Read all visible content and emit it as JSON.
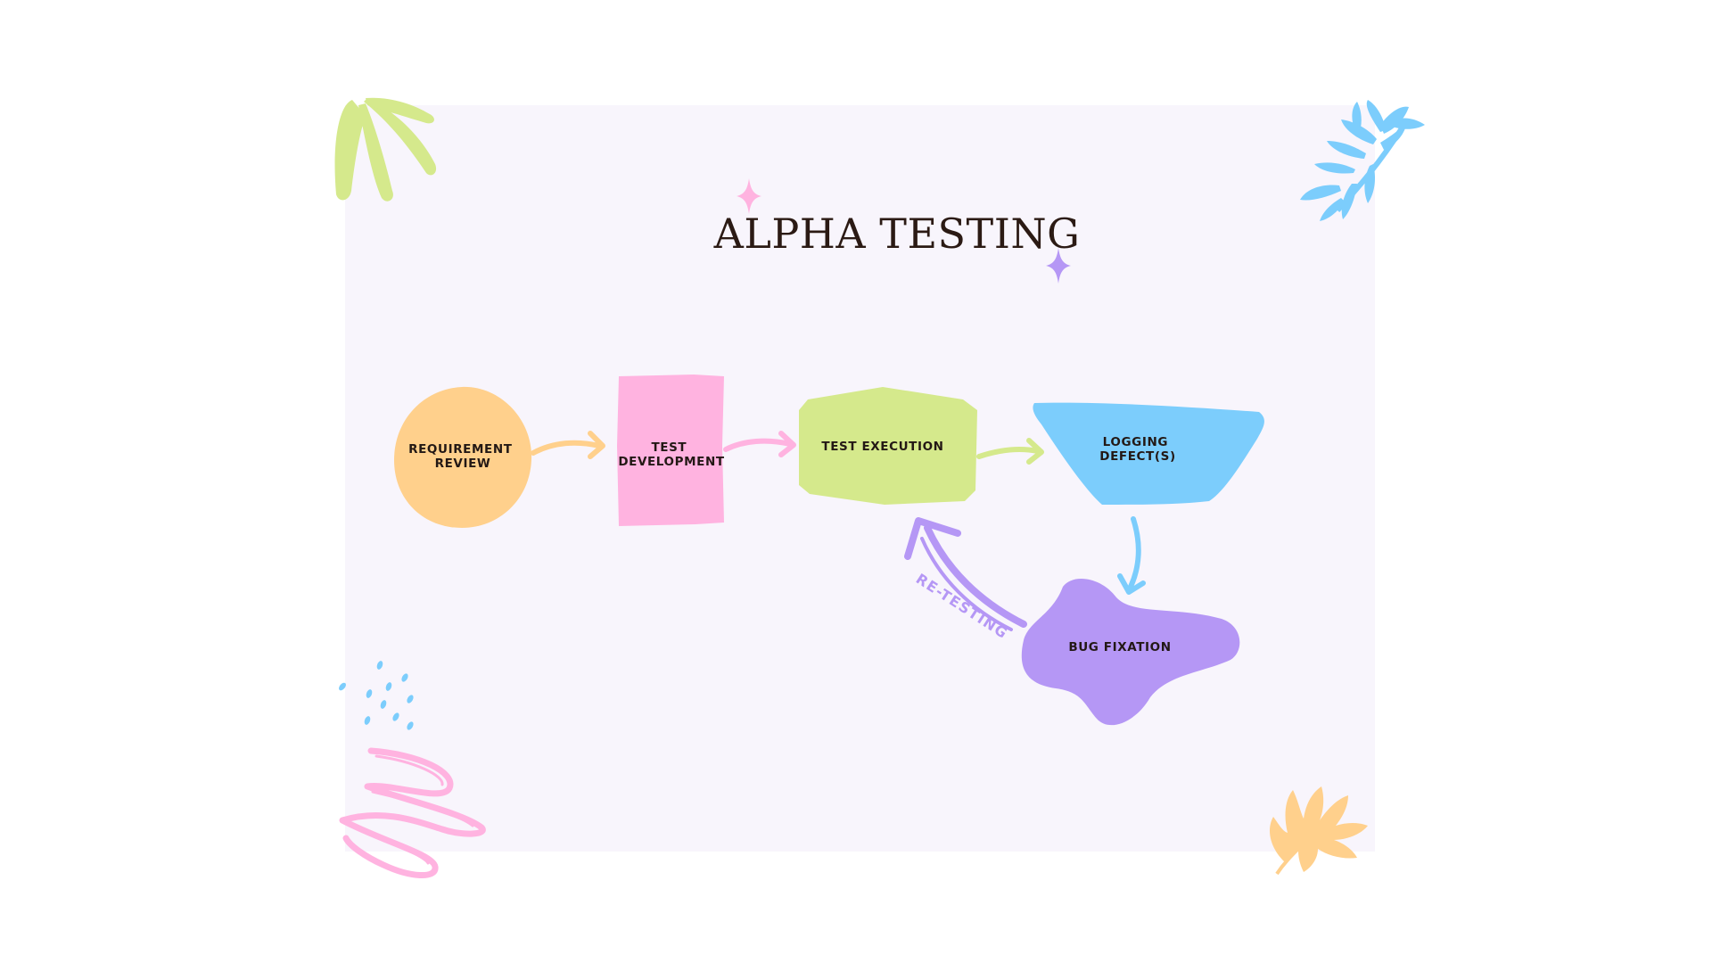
{
  "diagram": {
    "title": "ALPHA TESTING",
    "nodes": [
      {
        "id": "requirement-review",
        "lines": [
          "REQUIREMENT",
          "REVIEW"
        ],
        "color": "#ffd08c"
      },
      {
        "id": "test-development",
        "lines": [
          "TEST",
          "DEVELOPMENT"
        ],
        "color": "#ffb3e0"
      },
      {
        "id": "test-execution",
        "lines": [
          "TEST EXECUTION"
        ],
        "color": "#d5e98c"
      },
      {
        "id": "logging-defects",
        "lines": [
          "LOGGING",
          "DEFECT(S)"
        ],
        "color": "#7ccdfc"
      },
      {
        "id": "bug-fixation",
        "lines": [
          "BUG FIXATION"
        ],
        "color": "#b597f5"
      }
    ],
    "edges": [
      {
        "from": "requirement-review",
        "to": "test-development",
        "color": "#ffd08c"
      },
      {
        "from": "test-development",
        "to": "test-execution",
        "color": "#ffb3e0"
      },
      {
        "from": "test-execution",
        "to": "logging-defects",
        "color": "#d5e98c"
      },
      {
        "from": "logging-defects",
        "to": "bug-fixation",
        "color": "#7ccdfc"
      },
      {
        "from": "bug-fixation",
        "to": "test-execution",
        "label": "RE-TESTING",
        "color": "#b597f5"
      }
    ]
  },
  "colors": {
    "background": "#ffffff",
    "card": "#f8f5fc",
    "title_text": "#2b1a14",
    "node_text": "#231815",
    "sparkle_pink": "#ffb3e0",
    "sparkle_purple": "#b597f5",
    "leaf_green": "#d5e98c",
    "leaf_blue": "#7ccdfc",
    "leaf_orange": "#ffd08c",
    "scribble_pink": "#ffb3e0",
    "dots_blue": "#7ccdfc"
  },
  "decorations": [
    "green-leaf-icon",
    "blue-fern-icon",
    "blue-dots-icon",
    "pink-scribble-icon",
    "orange-oak-leaf-icon",
    "sparkle-icon"
  ]
}
